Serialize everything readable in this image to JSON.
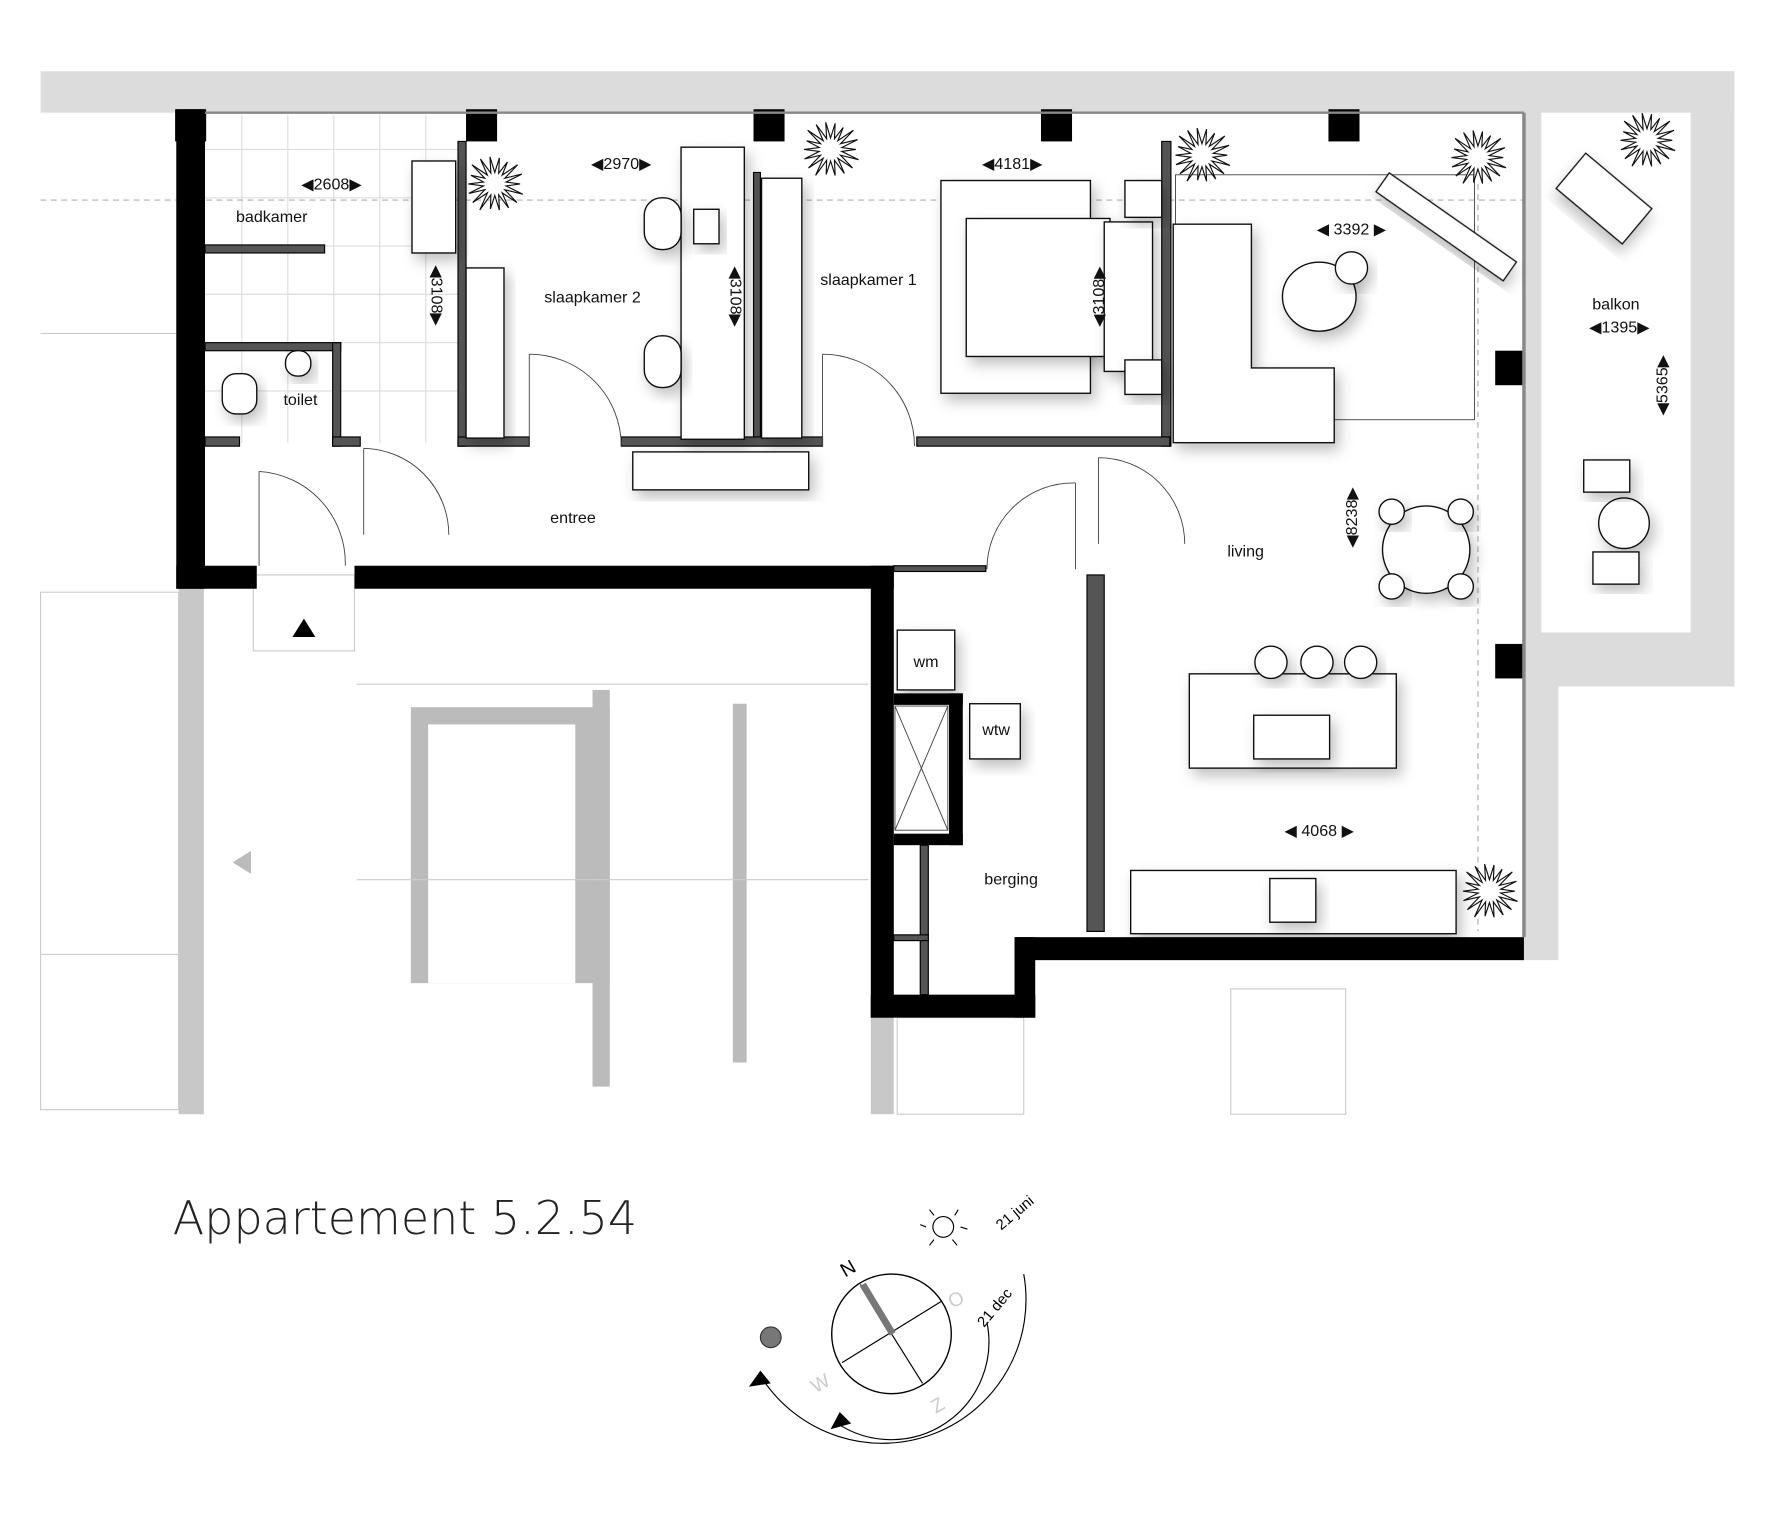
{
  "title": "Appartement 5.2.54",
  "rooms": {
    "badkamer": "badkamer",
    "toilet": "toilet",
    "slaapkamer2": "slaapkamer 2",
    "slaapkamer1": "slaapkamer 1",
    "entree": "entree",
    "living": "living",
    "balkon": "balkon",
    "wm": "wm",
    "wtw": "wtw",
    "berging": "berging"
  },
  "dimensions": {
    "badkamer_width": "◀2608▶",
    "badkamer_depth": "◀3108▶",
    "slaapkamer2_width": "◀2970▶",
    "slaapkamer2_depth": "◀3108▶",
    "slaapkamer1_width": "◀4181▶",
    "slaapkamer1_depth": "◀3108▶",
    "living_seating_width": "◀ 3392 ▶",
    "living_depth": "◀8238▶",
    "kitchen_width": "◀ 4068 ▶",
    "balkon_width": "◀1395▶",
    "balkon_depth": "◀5365▶"
  },
  "compass": {
    "north": "N",
    "east": "O",
    "south": "Z",
    "west": "W",
    "summer": "21 juni",
    "winter": "21 dec"
  }
}
